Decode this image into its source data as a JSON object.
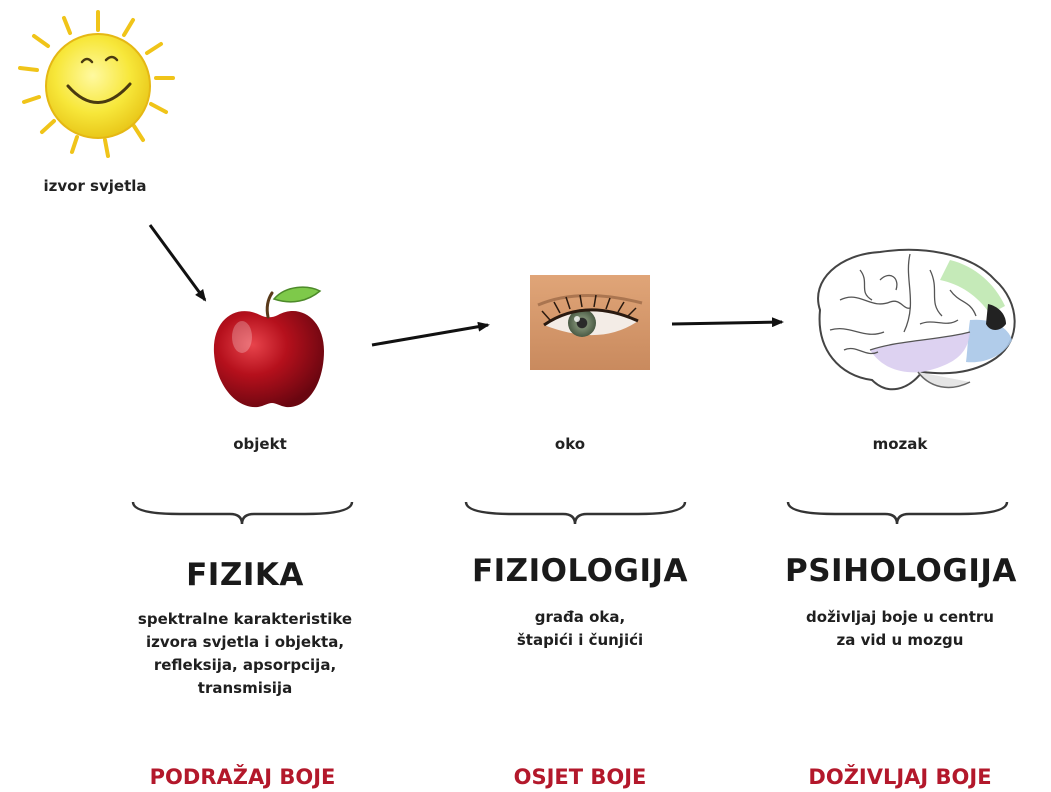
{
  "source": {
    "label": "izvor svjetla",
    "icon": "sun-icon"
  },
  "stages": [
    {
      "label": "objekt",
      "icon": "apple-icon",
      "heading": "FIZIKA",
      "description": [
        "spektralne karakteristike",
        "izvora svjetla i objekta,",
        "refleksija, apsorpcija,",
        "transmisija"
      ],
      "result": "PODRAŽAJ BOJE"
    },
    {
      "label": "oko",
      "icon": "eye-icon",
      "heading": "FIZIOLOGIJA",
      "description": [
        "građa oka,",
        "štapići i čunjići"
      ],
      "result": "OSJET BOJE"
    },
    {
      "label": "mozak",
      "icon": "brain-icon",
      "heading": "PSIHOLOGIJA",
      "description": [
        "doživljaj boje u centru",
        "za vid u mozgu"
      ],
      "result": "DOŽIVLJAJ BOJE"
    }
  ],
  "colors": {
    "result_red": "#b3182b",
    "sun_yellow": "#f7e43a",
    "apple_red": "#b0101c"
  }
}
